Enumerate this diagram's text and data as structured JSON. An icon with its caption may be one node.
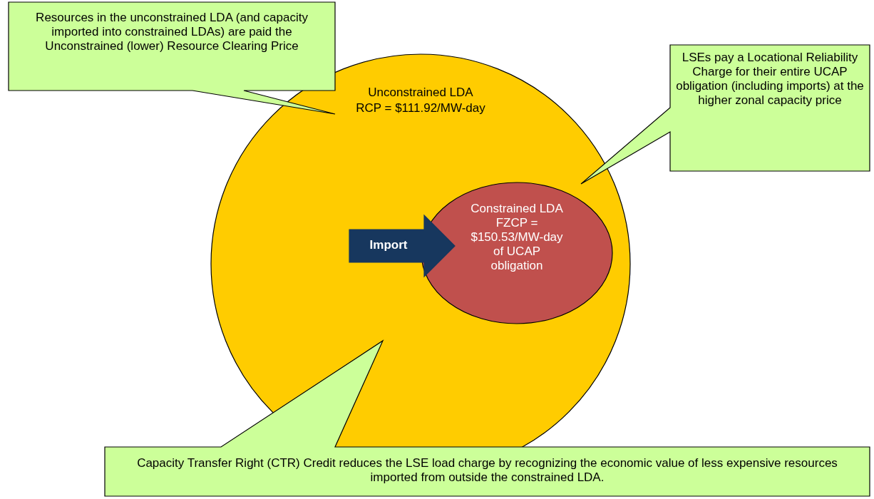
{
  "diagram": {
    "nodes": [
      {
        "text": [
          "Unconstrained LDA",
          "RCP = $111.92/MW-day"
        ]
      },
      {
        "text": [
          "Constrained LDA FZCP = $150.53/MW-day of UCAP obligation"
        ],
        "in": 0
      },
      {
        "text": [
          "Import"
        ],
        "in": 0
      },
      {
        "text": [
          "Resources in the unconstrained LDA (and capacity imported into constrained LDAs) are paid the Unconstrained (lower) Resource Clearing Price"
        ]
      },
      {
        "text": [
          "LSEs pay a Locational Reliability Charge for their entire UCAP obligation (including imports) at the higher zonal capacity price"
        ]
      },
      {
        "text": [
          "Capacity Transfer Right (CTR) Credit reduces the LSE load charge by recognizing the economic value of less expensive resources imported from outside the constrained LDA."
        ]
      }
    ]
  }
}
